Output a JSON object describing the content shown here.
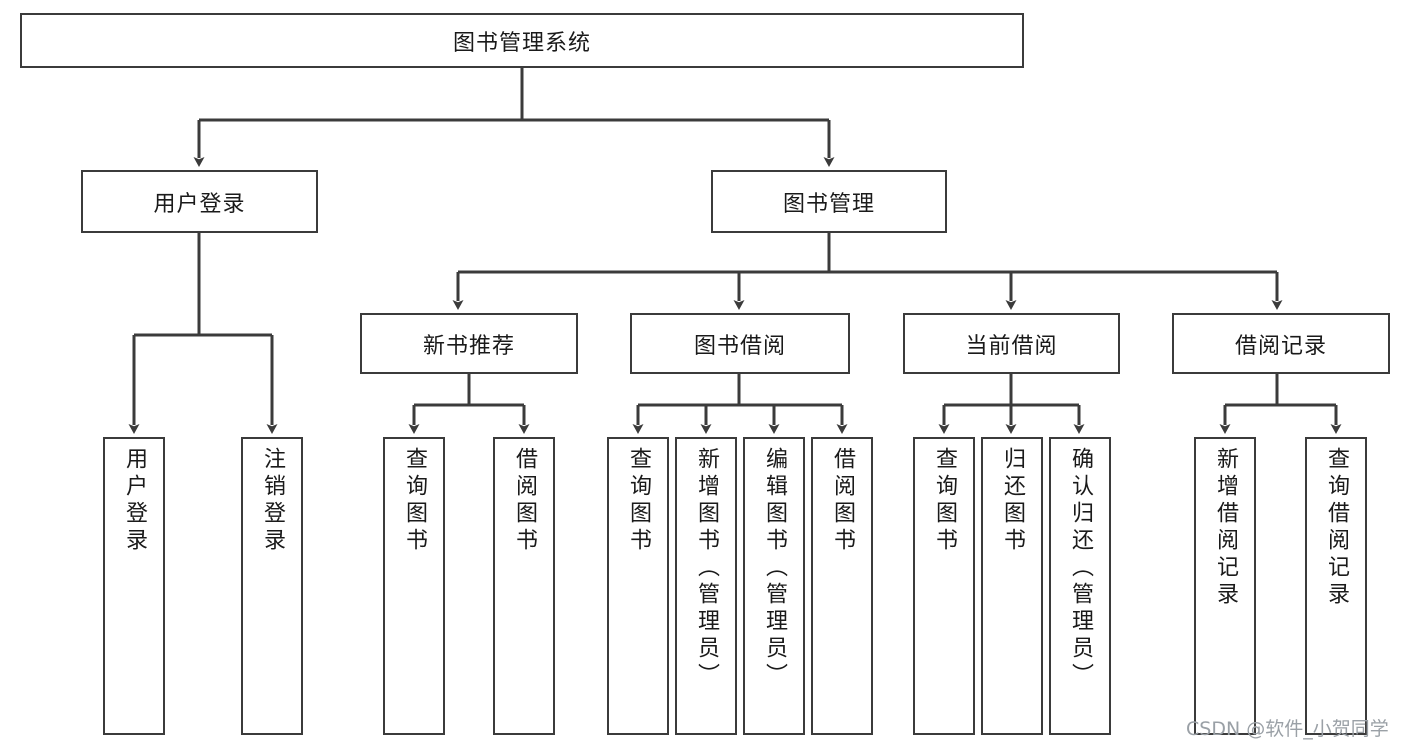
{
  "diagram": {
    "title": "图书管理系统",
    "type": "hierarchy-tree",
    "stroke_color": "#3b3b3b",
    "fill_color": "#ffffff",
    "text_color": "#1a1a1a",
    "root": {
      "label": "图书管理系统"
    },
    "level2": [
      {
        "label": "用户登录"
      },
      {
        "label": "图书管理"
      }
    ],
    "level3": [
      {
        "label": "新书推荐"
      },
      {
        "label": "图书借阅"
      },
      {
        "label": "当前借阅"
      },
      {
        "label": "借阅记录"
      }
    ],
    "leaves": {
      "user_login": [
        {
          "label": "用户登录"
        },
        {
          "label": "注销登录"
        }
      ],
      "new_book_recommend": [
        {
          "label": "查询图书"
        },
        {
          "label": "借阅图书"
        }
      ],
      "book_borrow": [
        {
          "label": "查询图书"
        },
        {
          "label": "新增图书（管理员）"
        },
        {
          "label": "编辑图书（管理员）"
        },
        {
          "label": "借阅图书"
        }
      ],
      "current_borrow": [
        {
          "label": "查询图书"
        },
        {
          "label": "归还图书"
        },
        {
          "label": "确认归还（管理员）"
        }
      ],
      "borrow_record": [
        {
          "label": "新增借阅记录"
        },
        {
          "label": "查询借阅记录"
        }
      ]
    }
  },
  "watermark": {
    "text": "CSDN @软件_小贺同学"
  }
}
